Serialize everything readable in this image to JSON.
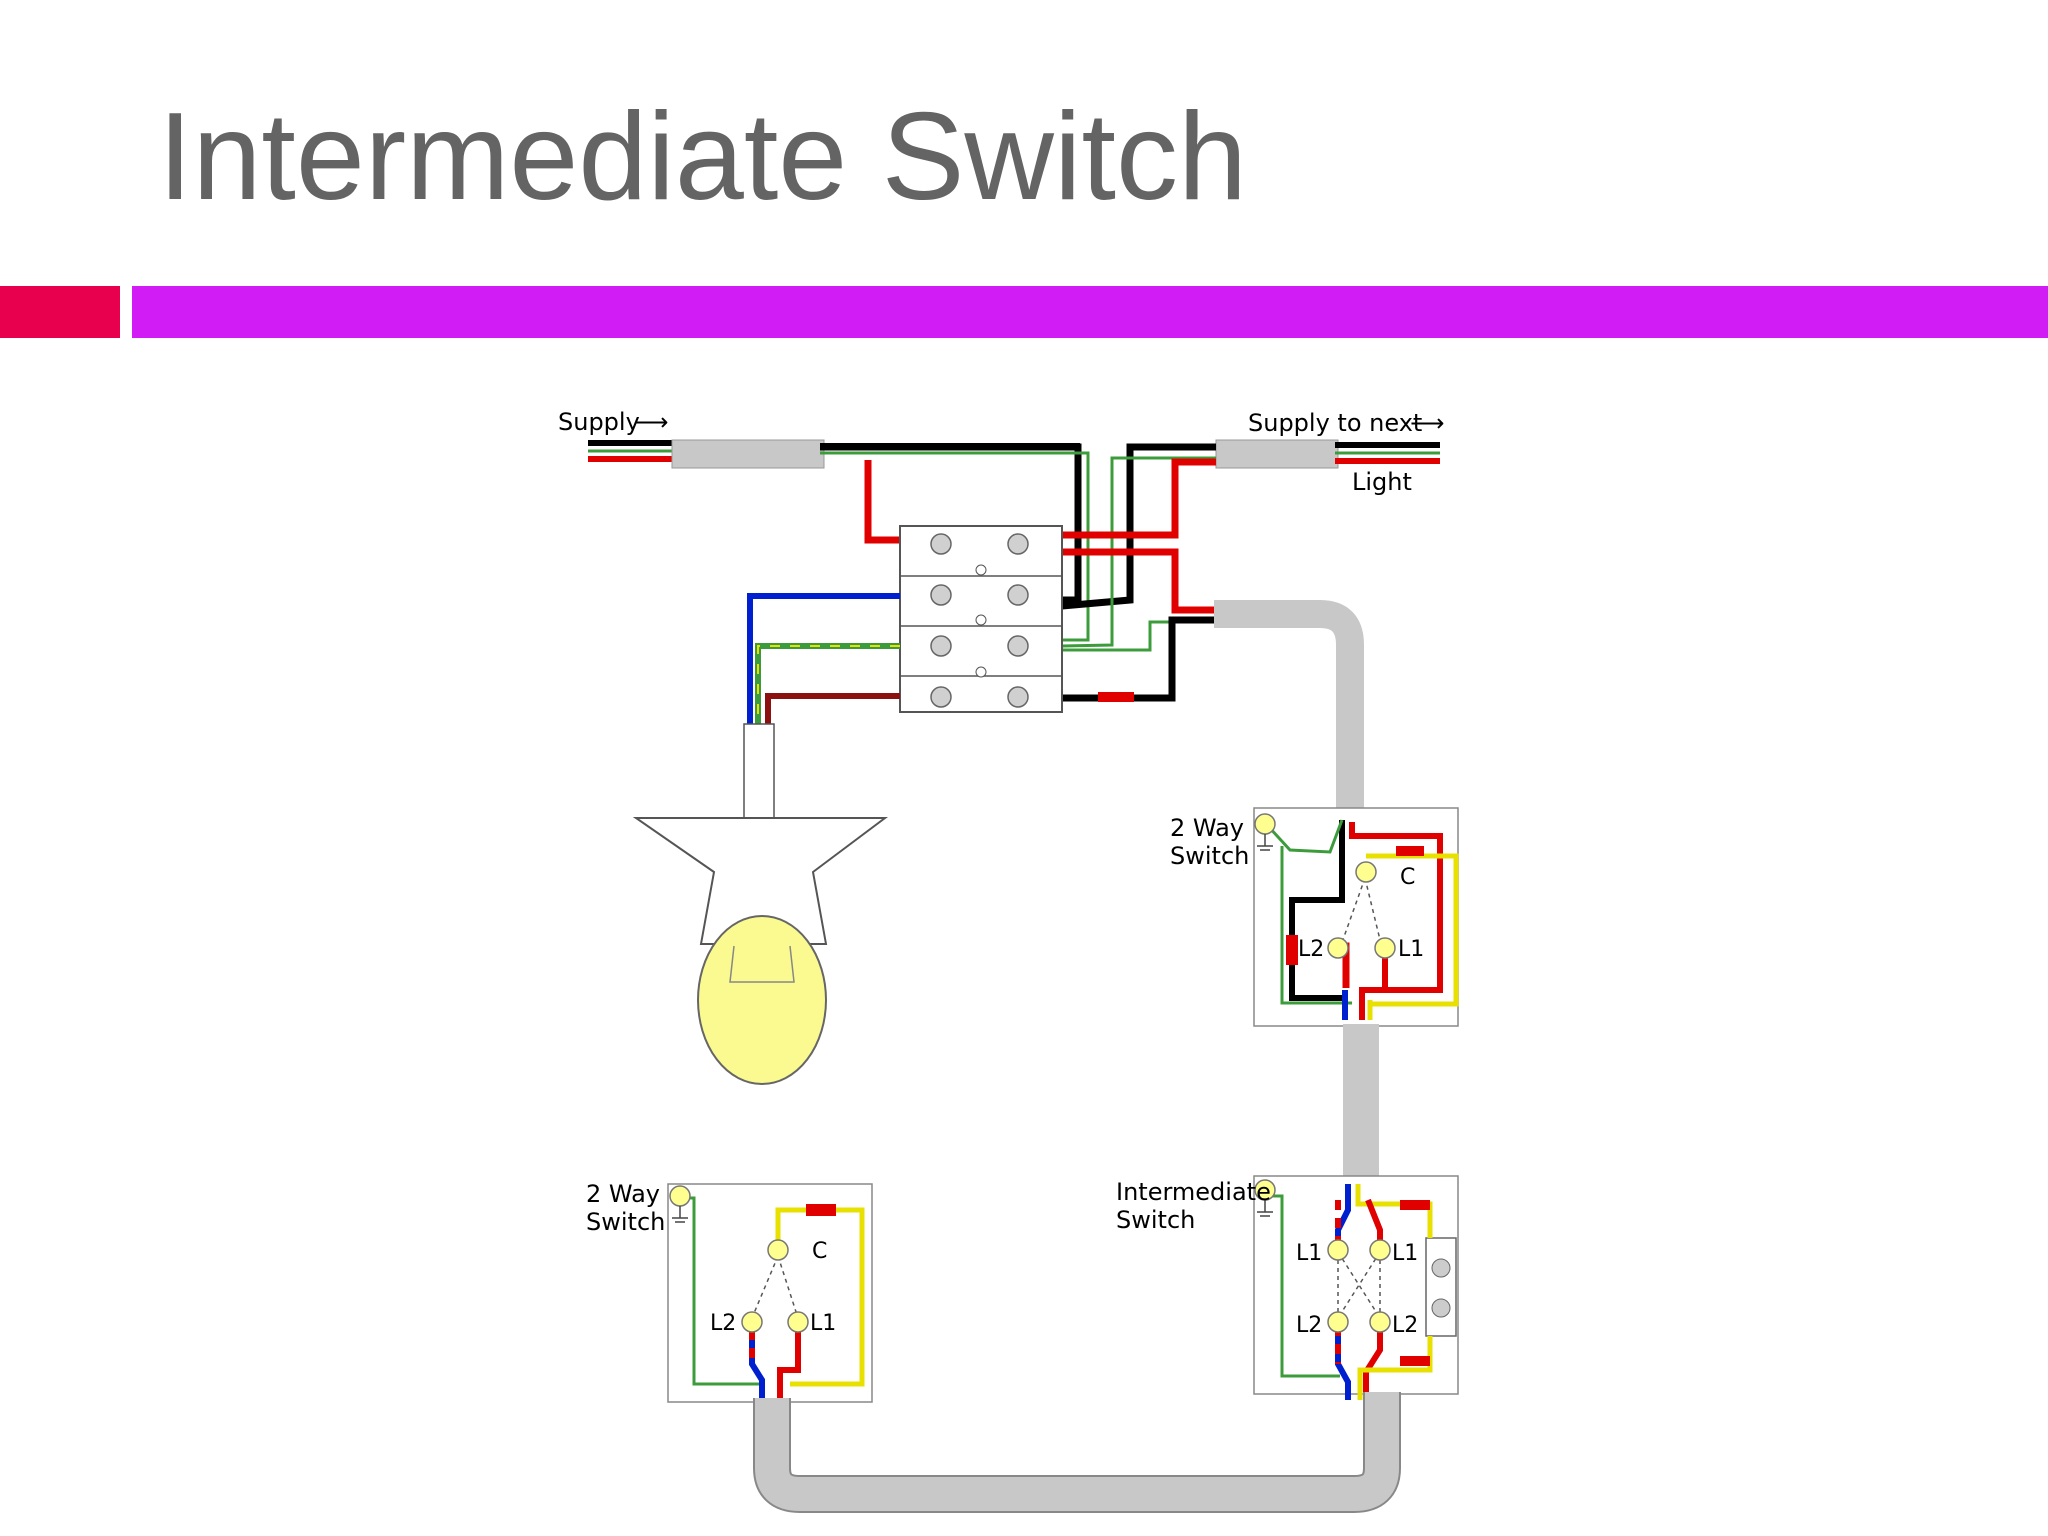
{
  "slide": {
    "title": "Intermediate Switch",
    "accent_colors": {
      "left_block": "#e8004f",
      "main_bar": "#d21cf5"
    }
  },
  "diagram": {
    "supply_label": "Supply",
    "supply_next_label_line1": "Supply to next",
    "supply_next_label_line2": "Light",
    "switch_top_right": {
      "title_line1": "2 Way",
      "title_line2": "Switch",
      "terminal_c": "C",
      "terminal_l1": "L1",
      "terminal_l2": "L2"
    },
    "switch_bottom_left": {
      "title_line1": "2 Way",
      "title_line2": "Switch",
      "terminal_c": "C",
      "terminal_l1": "L1",
      "terminal_l2": "L2"
    },
    "switch_intermediate": {
      "title_line1": "Intermediate",
      "title_line2": "Switch",
      "terminal_l1_left": "L1",
      "terminal_l1_right": "L1",
      "terminal_l2_left": "L2",
      "terminal_l2_right": "L2"
    },
    "wire_colors": {
      "live": "#e00000",
      "neutral": "#000000",
      "earth": "#3c9c3c",
      "earth_stripe": "#e8e000",
      "blue": "#0020d0",
      "yellow": "#f0e400",
      "cable_sheath": "#c8c8c8"
    }
  }
}
